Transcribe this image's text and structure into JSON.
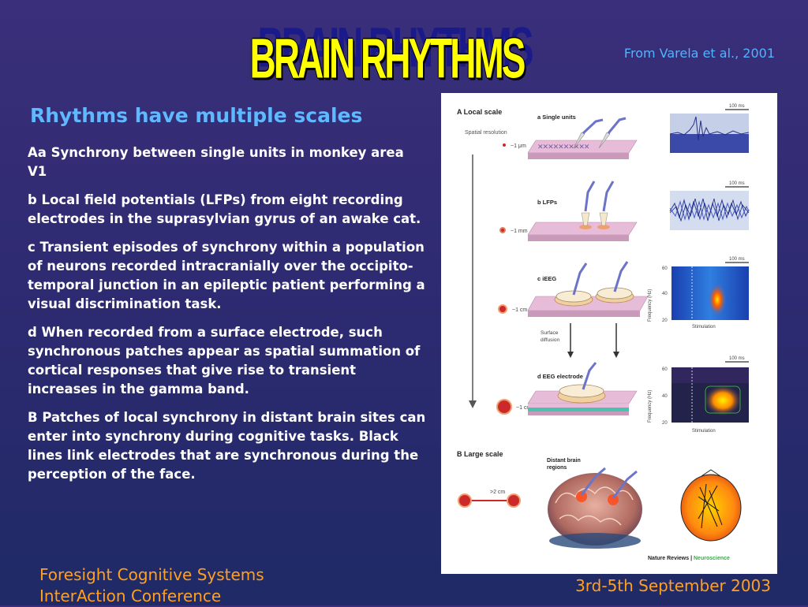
{
  "slide": {
    "title": "BRAIN RHYTHMS",
    "citation": "From Varela et al.,  2001",
    "subtitle": "Rhythms have multiple scales",
    "paragraphs": [
      "Aa Synchrony between single units in monkey area V1",
      "b Local field potentials (LFPs) from eight recording electrodes in the suprasylvian gyrus of an awake cat.",
      "c Transient episodes of synchrony within a population of neurons recorded intracranially over the occipito-temporal junction in an epileptic patient performing a visual discrimination task.",
      "d When recorded from a surface electrode, such synchronous patches appear as spatial summation of cortical responses that give rise to transient increases in the gamma band.",
      "B Patches of local synchrony in distant brain sites can enter into synchrony during cognitive tasks. Black lines link electrodes that are synchronous during the perception of the face."
    ],
    "footer_left_line1": "Foresight Cognitive Systems",
    "footer_left_line2": "InterAction Conference",
    "footer_right": "3rd-5th September 2003"
  },
  "figure": {
    "section_a": "A  Local scale",
    "spatial_resolution": "Spatial resolution",
    "panel_a": "a  Single units",
    "panel_b": "b  LFPs",
    "panel_c": "c  iEEG",
    "panel_d": "d  EEG electrode",
    "scale_1um": "~1 μm",
    "scale_1mm": "~1 mm",
    "scale_1cm_c": "~1 cm",
    "scale_1cm_d": "~1 cm",
    "surface_diffusion_1": "Surface",
    "surface_diffusion_2": "diffusion",
    "time_bar_a": "100 ms",
    "time_bar_b": "100 ms",
    "time_bar_c": "100 ms",
    "time_bar_d": "100 ms",
    "freq_axis_c": "Frequency (Hz)",
    "freq_axis_d": "Frequency (Hz)",
    "tick_60_c": "60",
    "tick_40_c": "40",
    "tick_20_c": "20",
    "tick_60_d": "60",
    "tick_40_d": "40",
    "tick_20_d": "20",
    "stimulation_c": "Stimulation",
    "stimulation_d": "Stimulation",
    "section_b": "B  Large scale",
    "distant_1": "Distant brain",
    "distant_2": "regions",
    "scale_2cm": ">2 cm",
    "credit_journal": "Nature Reviews",
    "credit_separator": " | ",
    "credit_field": "Neuroscience",
    "colors": {
      "pink_block": "#e6bcd8",
      "pink_side": "#c99ab9",
      "teal": "#4ec0b0",
      "red_dot": "#cc2a2a",
      "electrode": "#6b74c8",
      "trace_bg": "#3b4aa8",
      "credit_green": "#3aa84a"
    }
  }
}
